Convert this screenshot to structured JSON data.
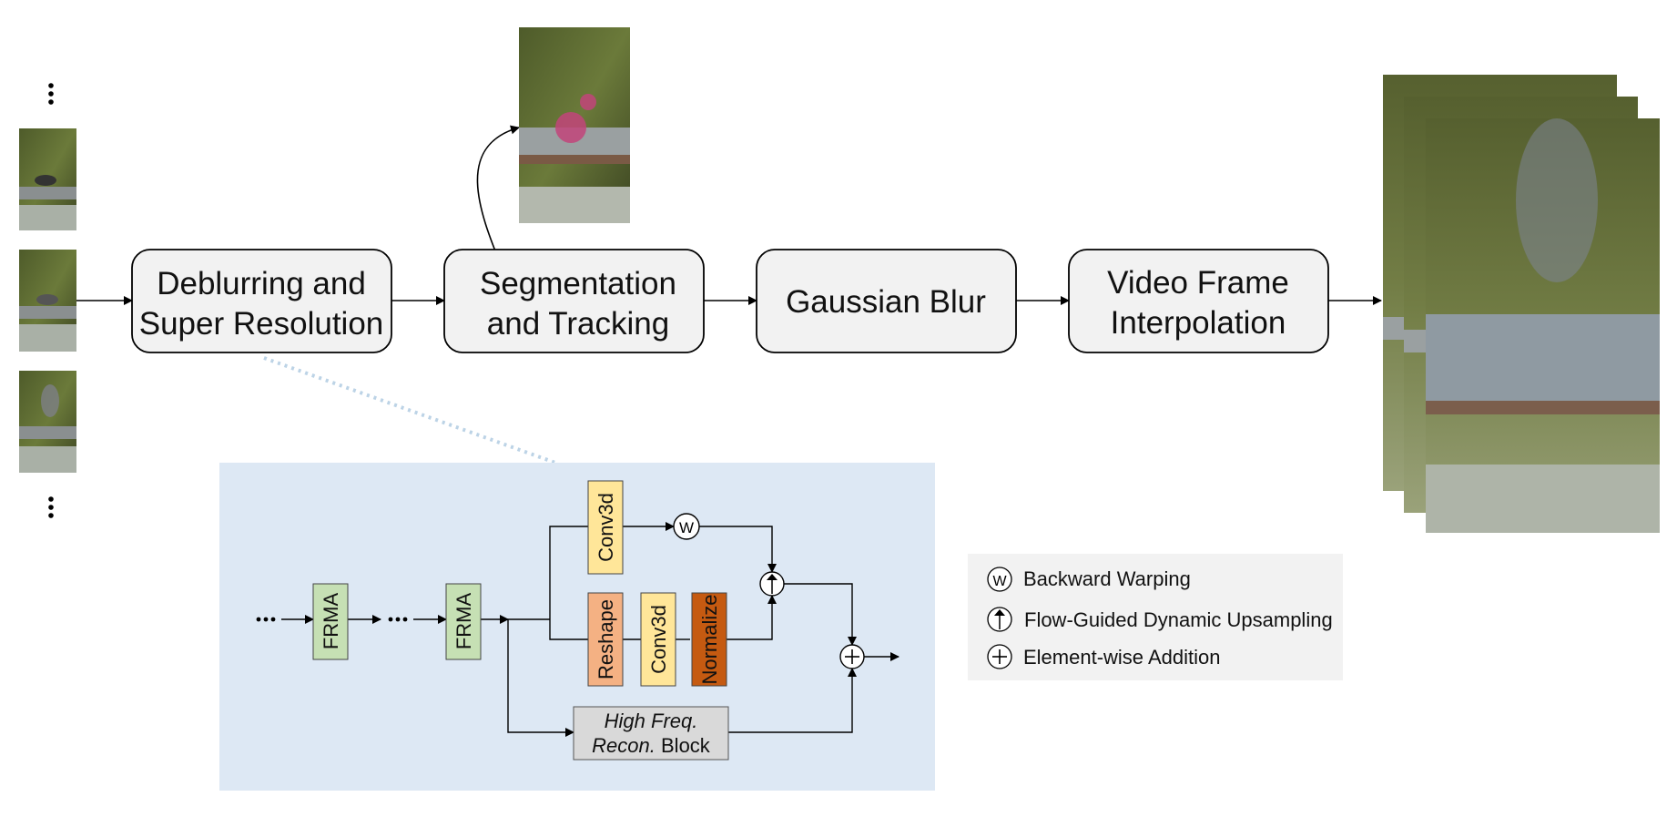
{
  "pipeline": {
    "stages": [
      {
        "line1": "Deblurring and",
        "line2": "Super Resolution"
      },
      {
        "line1": "Segmentation",
        "line2": "and Tracking"
      },
      {
        "line1": "Gaussian Blur",
        "line2": ""
      },
      {
        "line1": "Video Frame",
        "line2": "Interpolation"
      }
    ]
  },
  "detail": {
    "blocks": {
      "frma_1": "FRMA",
      "frma_2": "FRMA",
      "conv3d_top": "Conv3d",
      "reshape": "Reshape",
      "conv3d_mid": "Conv3d",
      "normalize": "Normalize",
      "hf_line1": "High Freq.",
      "hf_line2_italic": "Recon.",
      "hf_line2_rest": " Block"
    },
    "symbols": {
      "warp": "W"
    }
  },
  "legend": {
    "items": [
      {
        "symbol": "W",
        "label": "Backward Warping"
      },
      {
        "symbol": "up-arrow-circle",
        "label": "Flow-Guided Dynamic Upsampling"
      },
      {
        "symbol": "plus-circle",
        "label": "Element-wise Addition"
      }
    ]
  },
  "colors": {
    "stage_fill": "#f2f2f2",
    "detail_bg": "#dde8f4",
    "frma": "#c6e0b4",
    "conv3d": "#ffe699",
    "reshape": "#f4b183",
    "normalize": "#c55a11",
    "hf_block": "#d9d9d9",
    "legend_bg": "#f2f2f2"
  }
}
